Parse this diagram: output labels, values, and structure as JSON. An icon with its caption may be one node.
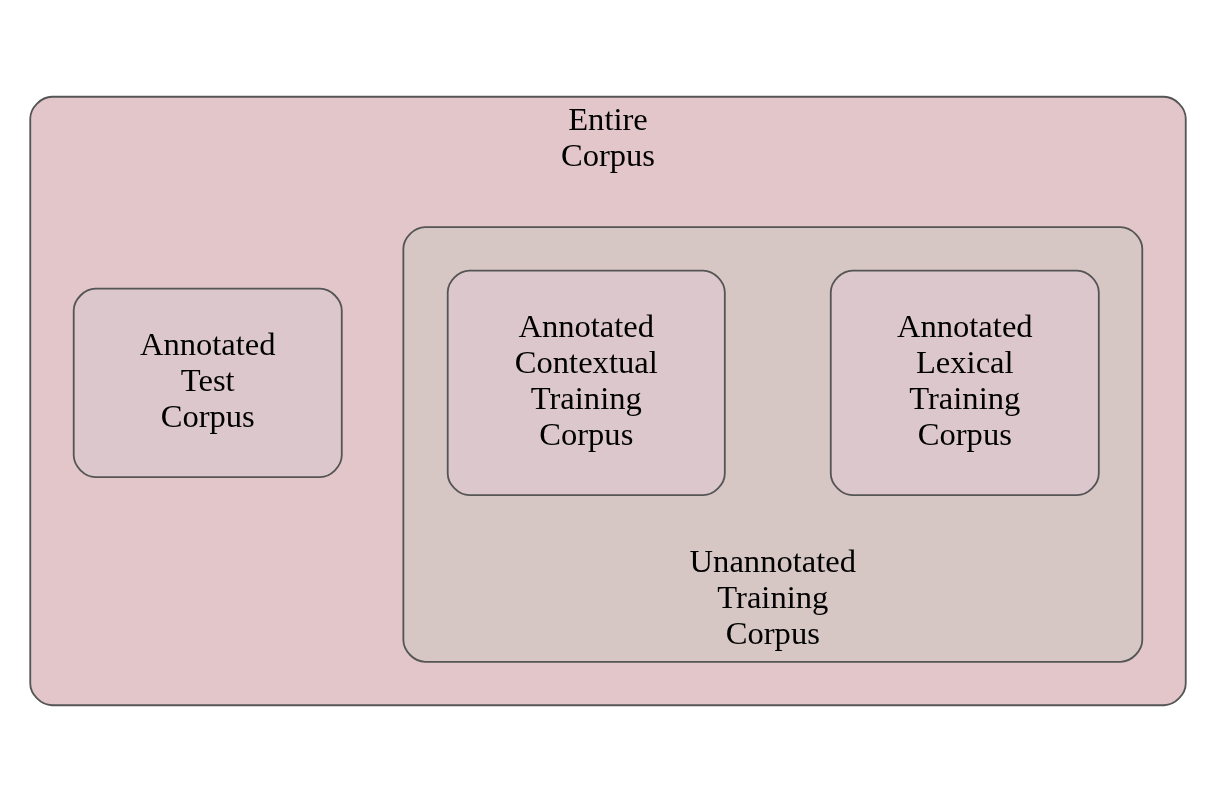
{
  "diagram": {
    "nodes": [
      {
        "text": [
          "Entire Corpus"
        ]
      },
      {
        "text": [
          "Unannotated Training Corpus"
        ],
        "in": 0
      },
      {
        "text": [
          "Annotated Lexical Training Corpus"
        ],
        "in": 1
      },
      {
        "text": [
          "Annotated Contextual Training Corpus"
        ],
        "in": 1
      },
      {
        "text": [
          "Annotated Test Corpus"
        ],
        "in": 0
      }
    ]
  }
}
